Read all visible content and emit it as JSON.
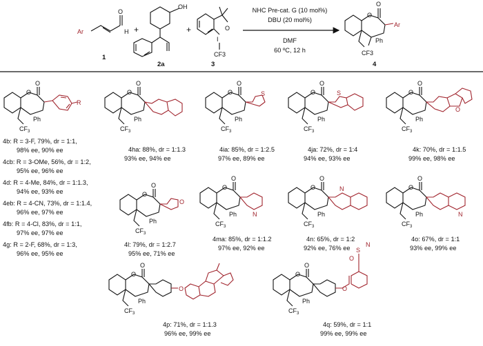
{
  "scheme": {
    "reactants": [
      {
        "id": "r1",
        "label": "1",
        "atoms": {
          "ar": "Ar",
          "o": "O",
          "h": "H"
        }
      },
      {
        "id": "r2",
        "label": "2a",
        "atoms": {
          "oh": "OH"
        }
      },
      {
        "id": "r3",
        "label": "3",
        "atoms": {
          "i": "I",
          "o": "O",
          "cf3": "CF3"
        }
      }
    ],
    "conditions": {
      "line1": "NHC Pre-cat. G (10 mol%)",
      "line2": "DBU (20 mol%)",
      "line3": "DMF",
      "line4": "60 ºC, 12 h"
    },
    "product": {
      "label": "4",
      "atoms": {
        "o1": "O",
        "o2": "O",
        "ar": "Ar",
        "ph": "Ph",
        "cf3": "CF3"
      }
    },
    "plus": "+"
  },
  "entries": [
    {
      "id": "4b",
      "lines": [
        "4b: R = 3-F, 79%, dr = 1:1,",
        "98% ee, 90% ee"
      ]
    },
    {
      "id": "4c",
      "lines": [
        "4cb: R = 3-OMe, 56%, dr = 1:2,",
        "95% ee, 96% ee"
      ]
    },
    {
      "id": "4d",
      "lines": [
        "4d: R = 4-Me, 84%, dr = 1:1.3,",
        "94% ee, 93% ee"
      ]
    },
    {
      "id": "4e",
      "lines": [
        "4eb: R = 4-CN, 73%, dr = 1:1.4,",
        "96% ee, 97% ee"
      ]
    },
    {
      "id": "4f",
      "lines": [
        "4fb: R = 4-Cl, 83%, dr = 1:1,",
        "97% ee, 97% ee"
      ]
    },
    {
      "id": "4g",
      "lines": [
        "4g: R = 2-F, 68%, dr = 1:3,",
        "96% ee, 95% ee"
      ]
    },
    {
      "id": "4h",
      "lines": [
        "4ha: 88%, dr = 1:1.3",
        "93% ee, 94% ee"
      ]
    },
    {
      "id": "4i",
      "lines": [
        "4ia: 85%, dr = 1:2.5",
        "97% ee, 89% ee"
      ]
    },
    {
      "id": "4j",
      "lines": [
        "4ja: 72%, dr = 1:4",
        "94% ee, 93% ee"
      ]
    },
    {
      "id": "4k",
      "lines": [
        "4k: 70%, dr = 1:1.5",
        "99% ee, 98% ee"
      ]
    },
    {
      "id": "4l",
      "lines": [
        "4l: 79%, dr = 1:2.7",
        "95% ee, 71% ee"
      ]
    },
    {
      "id": "4m",
      "lines": [
        "4ma: 85%, dr = 1:1.2",
        "97% ee, 92% ee"
      ]
    },
    {
      "id": "4n",
      "lines": [
        "4n: 65%, dr = 1:2",
        "92% ee, 76% ee"
      ]
    },
    {
      "id": "4o",
      "lines": [
        "4o: 67%, dr = 1:1",
        "93% ee, 99% ee"
      ]
    },
    {
      "id": "4p",
      "lines": [
        "4p: 71%, dr = 1:1.3",
        "96% ee, 99% ee"
      ]
    },
    {
      "id": "4q",
      "lines": [
        "4q: 59%, dr = 1:1",
        "99% ee, 99% ee"
      ]
    }
  ],
  "substituents": {
    "r": "R",
    "s": "S",
    "o": "O",
    "n": "N",
    "so2": "S",
    "o_a": "O",
    "o_b": "O"
  },
  "colors": {
    "highlight": "#a0232c",
    "ink": "#111111"
  }
}
